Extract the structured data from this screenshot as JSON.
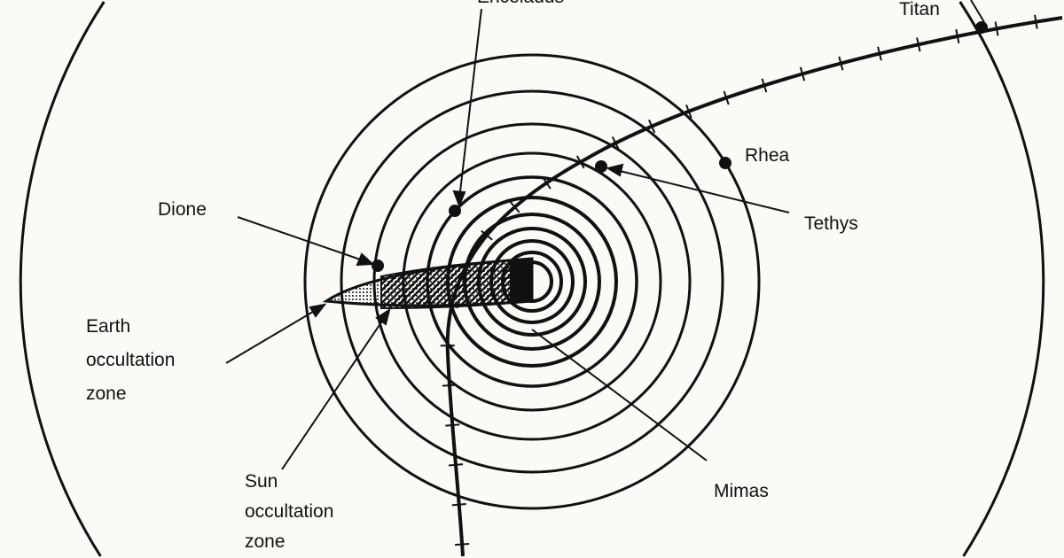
{
  "labels": {
    "enceladus": "Enceladus",
    "titan": "Titan",
    "rhea": "Rhea",
    "tethys": "Tethys",
    "dione": "Dione",
    "earth_zone": "Earth\noccultation\nzone",
    "sun_zone": "Sun\noccultation\nzone",
    "mimas": "Mimas"
  },
  "colors": {
    "ink": "#111111",
    "paper": "#fbfaf6"
  }
}
